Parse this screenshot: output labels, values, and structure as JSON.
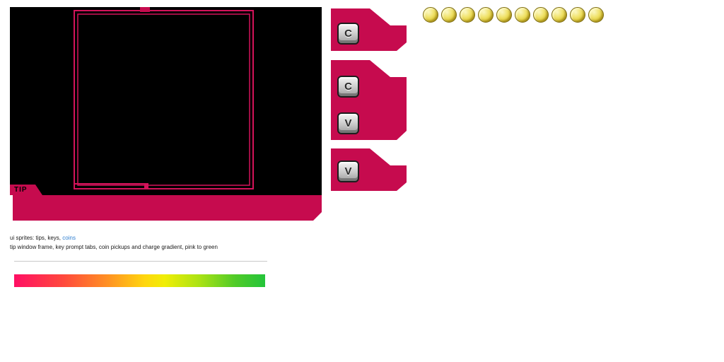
{
  "palette": {
    "crimson": "#c60b4e",
    "frame_pink": "#d4135a",
    "panel_black": "#000000",
    "key_gray": "#c9c9c9",
    "coin_gold": "#e6d44e",
    "link_blue": "#2f7fd0"
  },
  "tip_panel": {
    "tip_label": "TIP"
  },
  "key_prompts": [
    {
      "keys": [
        "C"
      ]
    },
    {
      "keys": [
        "C",
        "V"
      ]
    },
    {
      "keys": [
        "V"
      ]
    }
  ],
  "coins": {
    "count": 10
  },
  "caption": {
    "line1": "ui sprites: tips, keys,",
    "line1_link": "coins",
    "line2": "tip window frame, key prompt tabs, coin pickups and charge gradient, pink to green"
  },
  "gradient": {
    "stops": [
      "#ff0f64 0%",
      "#ff4a3c 20%",
      "#ff9422 38%",
      "#ffd60e 52%",
      "#f0ee06 60%",
      "#a9e214 74%",
      "#50cb28 88%",
      "#24c43a 100%"
    ]
  }
}
